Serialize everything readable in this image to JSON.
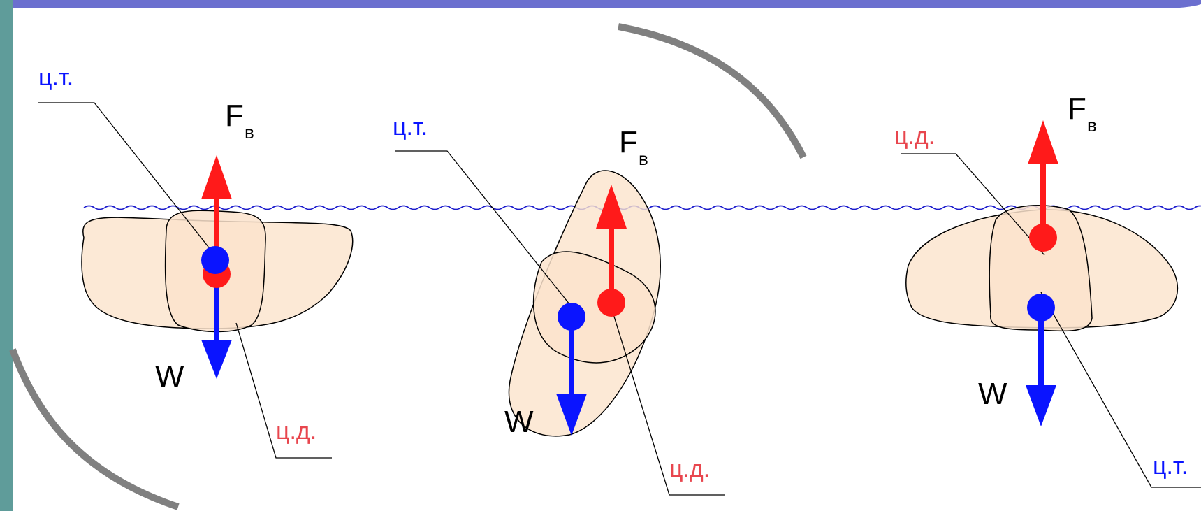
{
  "colors": {
    "bar_top": "#6b6fcf",
    "bar_left": "#5f9c9a",
    "water": "#1a1acc",
    "body_fill": "#fbe3cc",
    "cg": "#0a14ff",
    "cb": "#ff1a1a",
    "cb_label": "#e8464e",
    "rotation_arc": "#808080"
  },
  "legend": {
    "cg_label": "ц.т.",
    "cb_label": "ц.д.",
    "buoyancy_label": "F",
    "buoyancy_sub": "в",
    "weight_label": "W"
  },
  "panels": [
    {
      "name": "upright",
      "cg_text": "ц.т.",
      "cb_text": "ц.д.",
      "force_text": "F",
      "force_sub": "в",
      "weight_text": "W"
    },
    {
      "name": "heeled",
      "cg_text": "ц.т.",
      "cb_text": "ц.д.",
      "force_text": "F",
      "force_sub": "в",
      "weight_text": "W"
    },
    {
      "name": "righted",
      "cg_text": "ц.т.",
      "cb_text": "ц.д.",
      "force_text": "F",
      "force_sub": "в",
      "weight_text": "W"
    }
  ]
}
